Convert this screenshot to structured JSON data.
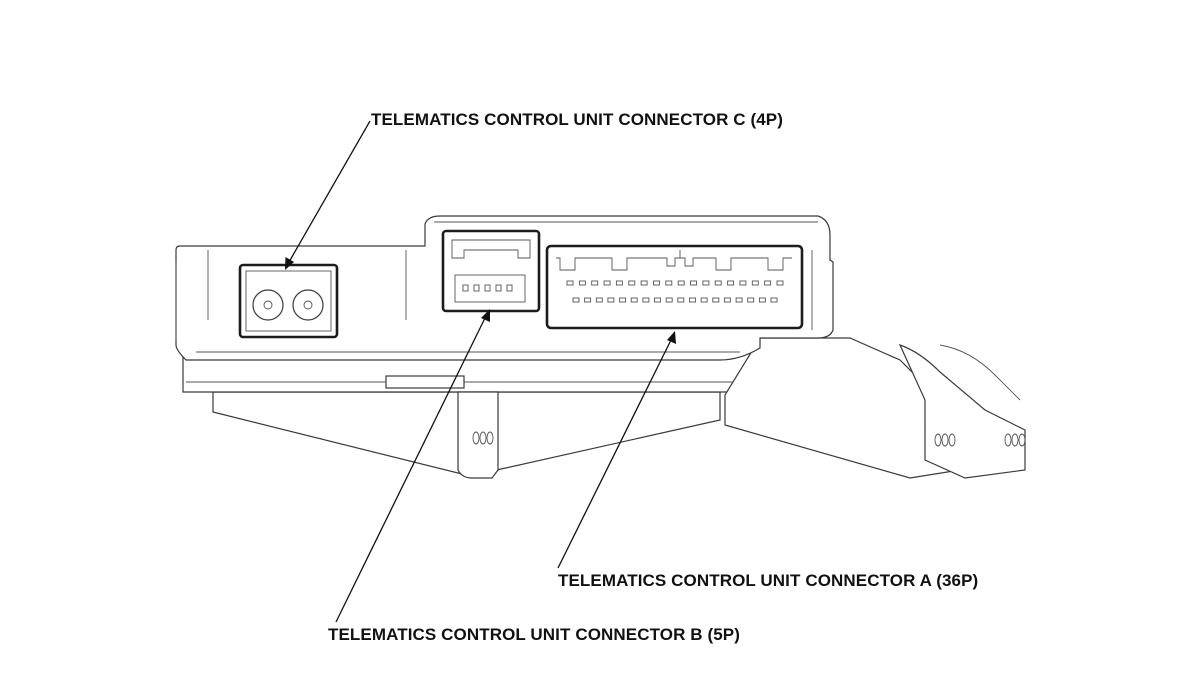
{
  "title": "",
  "callouts": {
    "connector_c": "TELEMATICS CONTROL UNIT CONNECTOR C (4P)",
    "connector_a": "TELEMATICS CONTROL UNIT CONNECTOR A (36P)",
    "connector_b": "TELEMATICS CONTROL UNIT CONNECTOR B (5P)"
  },
  "colors": {
    "line": "#3a3a3a",
    "text": "#111111",
    "background": "#ffffff"
  }
}
